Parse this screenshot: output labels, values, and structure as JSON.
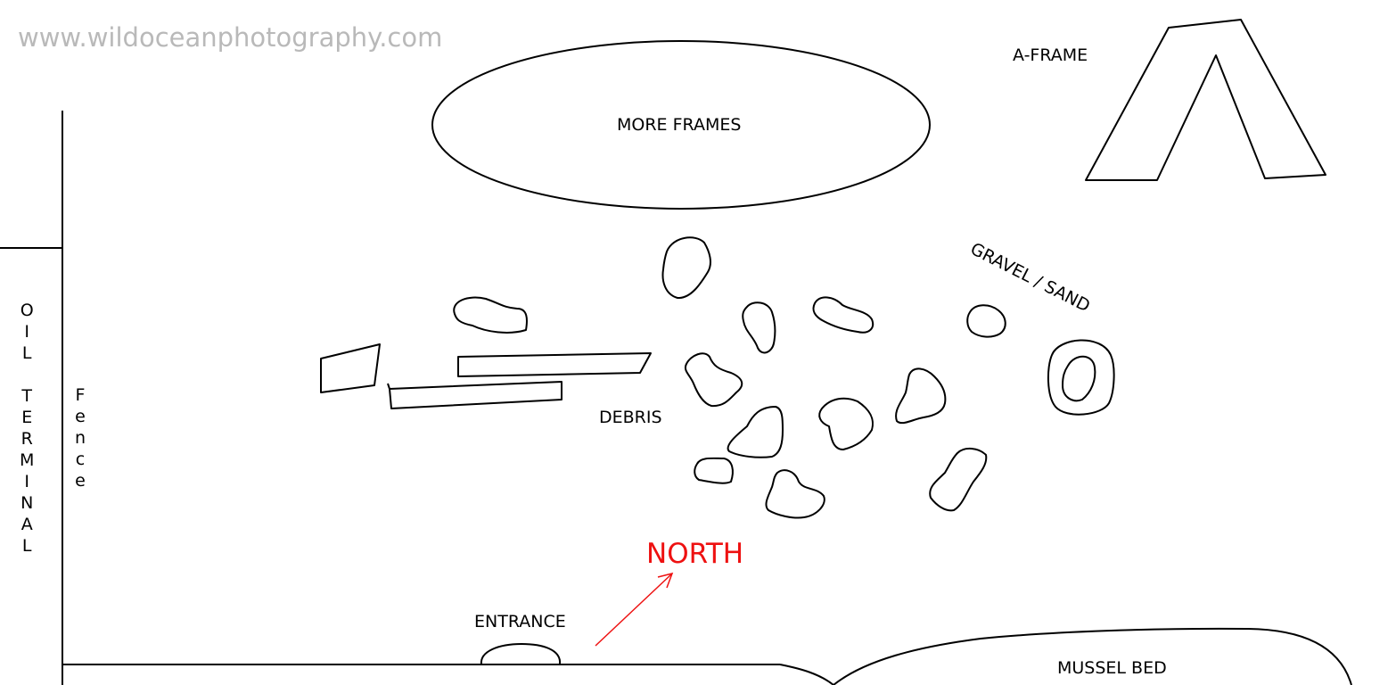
{
  "watermark": "www.wildoceanphotography.com",
  "labels": {
    "a_frame": "A-FRAME",
    "more_frames": "MORE FRAMES",
    "gravel_sand": "GRAVEL / SAND",
    "debris": "DEBRIS",
    "north": "NORTH",
    "entrance": "ENTRANCE",
    "mussel_bed": "MUSSEL BED"
  },
  "oil_terminal_letters": [
    "O",
    "I",
    "L",
    "",
    "T",
    "E",
    "R",
    "M",
    "I",
    "N",
    "A",
    "L"
  ],
  "fence_letters": [
    "F",
    "e",
    "n",
    "c",
    "e"
  ],
  "colors": {
    "north": "#ee1111",
    "watermark": "#b9b9b9",
    "ink": "#000000"
  }
}
